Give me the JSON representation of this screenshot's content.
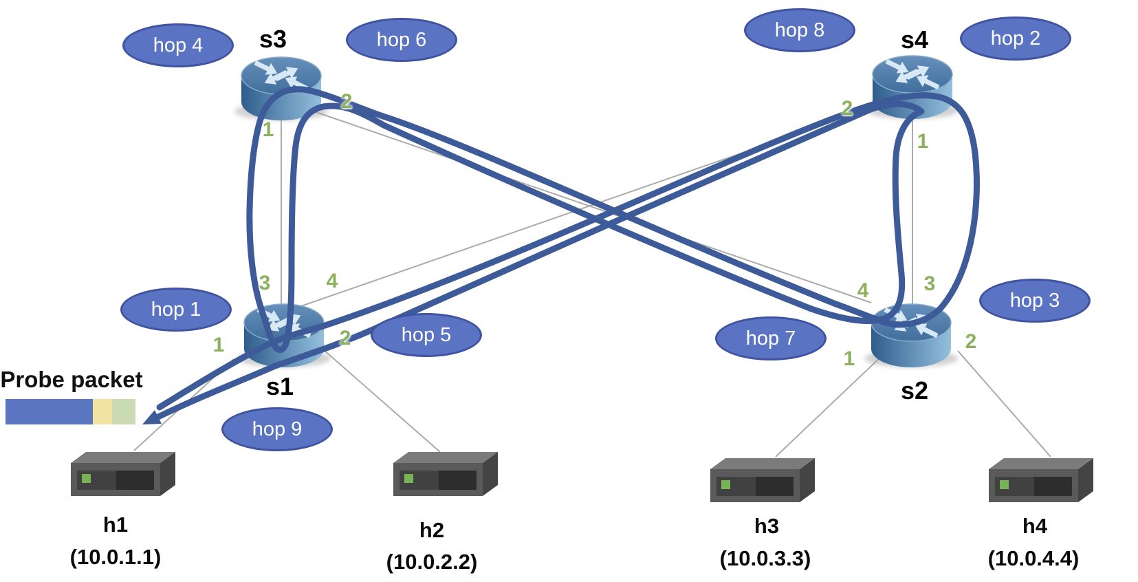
{
  "legend": {
    "label": "Probe packet",
    "segments": [
      {
        "name": "segment-1",
        "color": "#5C77C1"
      },
      {
        "name": "segment-2",
        "color": "#F1E3A1"
      },
      {
        "name": "segment-3",
        "color": "#CBDCB4"
      }
    ]
  },
  "switches": [
    {
      "id": "s1",
      "label": "s1",
      "ports": [
        "1",
        "2",
        "3",
        "4"
      ]
    },
    {
      "id": "s2",
      "label": "s2",
      "ports": [
        "4",
        "3",
        "2",
        "1"
      ]
    },
    {
      "id": "s3",
      "label": "s3",
      "ports": [
        "1",
        "2"
      ]
    },
    {
      "id": "s4",
      "label": "s4",
      "ports": [
        "2",
        "1"
      ]
    }
  ],
  "hosts": [
    {
      "id": "h1",
      "label": "h1",
      "ip": "(10.0.1.1)"
    },
    {
      "id": "h2",
      "label": "h2",
      "ip": "(10.0.2.2)"
    },
    {
      "id": "h3",
      "label": "h3",
      "ip": "(10.0.3.3)"
    },
    {
      "id": "h4",
      "label": "h4",
      "ip": "(10.0.4.4)"
    }
  ],
  "hops": [
    {
      "label": "hop 1"
    },
    {
      "label": "hop 2"
    },
    {
      "label": "hop 3"
    },
    {
      "label": "hop 4"
    },
    {
      "label": "hop 5"
    },
    {
      "label": "hop 6"
    },
    {
      "label": "hop 7"
    },
    {
      "label": "hop 8"
    },
    {
      "label": "hop 9"
    }
  ],
  "colors": {
    "probe_path": "#3D5A99",
    "hop_badge_fill": "#5A73C2",
    "hop_badge_border": "#3F53A0",
    "port_number": "#8BB15D",
    "link_line": "#ABABAB"
  }
}
